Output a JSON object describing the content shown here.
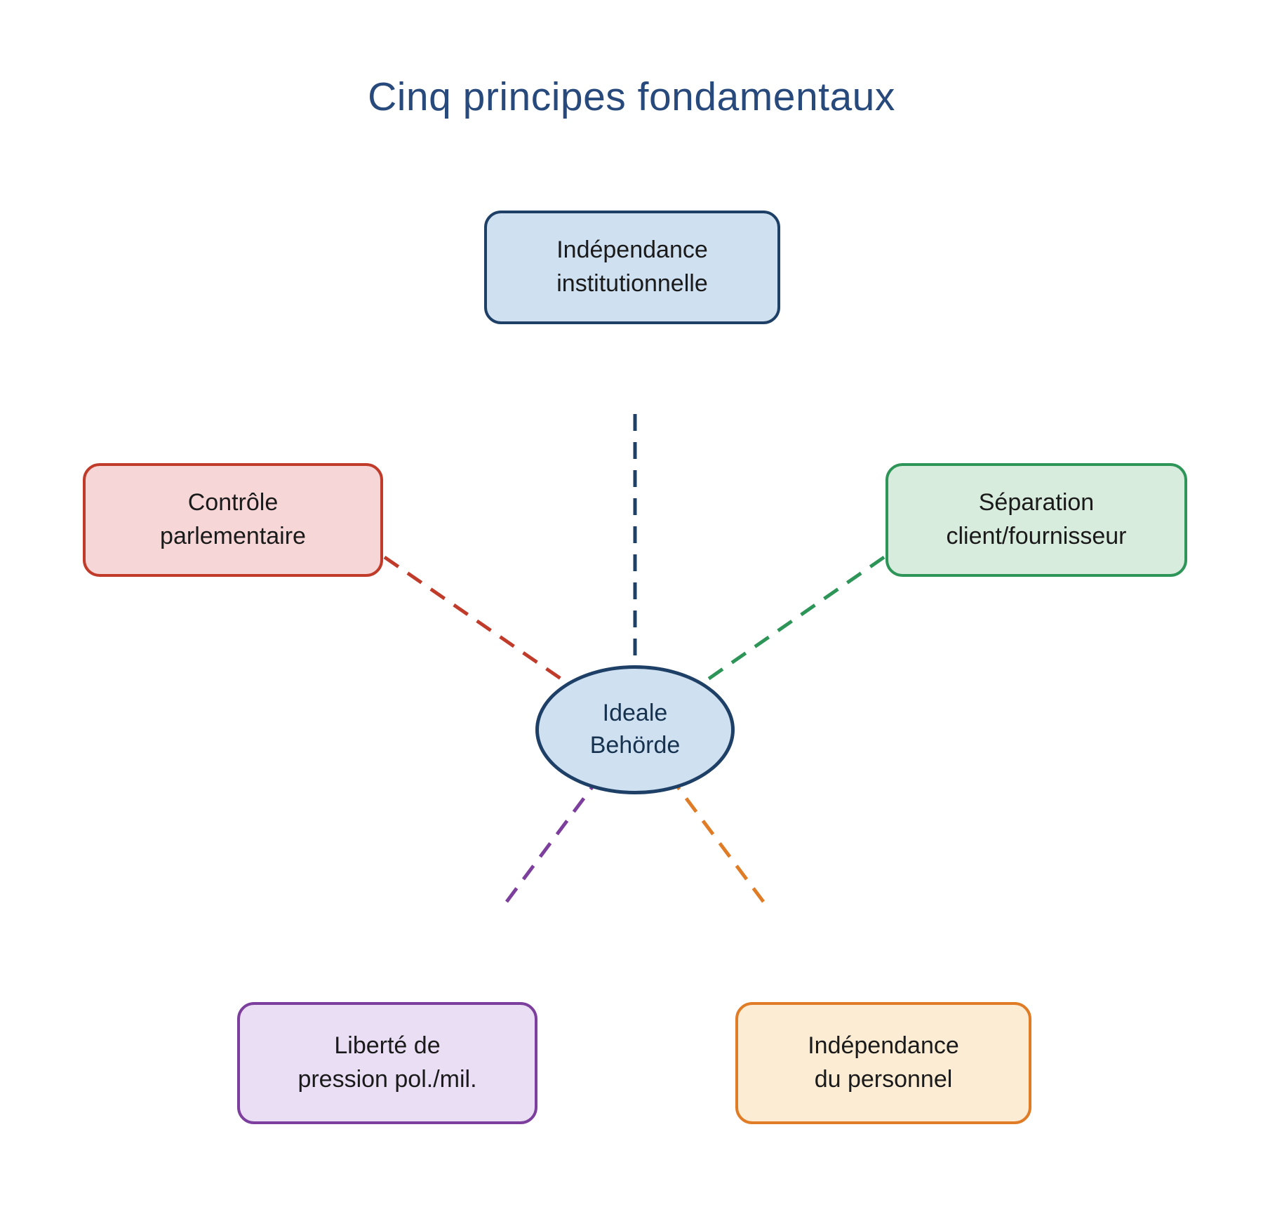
{
  "title": "Cinq principes fondamentaux",
  "title_color": "#27497b",
  "center": {
    "label": "Ideale\nBehörde",
    "fill": "#cfe0f0",
    "border": "#1e3f66"
  },
  "nodes": [
    {
      "id": "independance-institutionnelle",
      "position": "top",
      "label": "Indépendance\ninstitutionnelle",
      "fill": "#cfe0f0",
      "border": "#1e3f66",
      "connector": "#1e3f66"
    },
    {
      "id": "controle-parlementaire",
      "position": "left",
      "label": "Contrôle\nparlementaire",
      "fill": "#f6d6d6",
      "border": "#c13b2a",
      "connector": "#c13b2a"
    },
    {
      "id": "separation-client-fournisseur",
      "position": "right",
      "label": "Séparation\nclient/fournisseur",
      "fill": "#d8ecdd",
      "border": "#2e9558",
      "connector": "#2e9558"
    },
    {
      "id": "liberte-de-pression",
      "position": "bottom-left",
      "label": "Liberté de\npression pol./mil.",
      "fill": "#eadef4",
      "border": "#7d3f9d",
      "connector": "#7d3f9d"
    },
    {
      "id": "independance-du-personnel",
      "position": "bottom-right",
      "label": "Indépendance\ndu personnel",
      "fill": "#fdecd4",
      "border": "#e07b26",
      "connector": "#e07b26"
    }
  ]
}
